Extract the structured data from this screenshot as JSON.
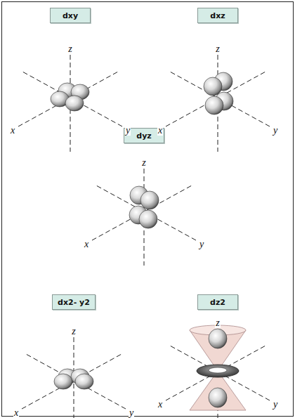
{
  "diagram": {
    "nodes": [
      {
        "text": [
          "dxy"
        ]
      },
      {
        "text": [
          "dxz"
        ]
      },
      {
        "text": [
          "dyz"
        ]
      },
      {
        "text": [
          "dx2- y2"
        ]
      },
      {
        "text": [
          "dz2"
        ]
      }
    ],
    "labels": [
      "z",
      "x",
      "y",
      "z",
      "x",
      "y",
      "z",
      "x",
      "y",
      "z",
      "x",
      "y",
      "z",
      "x",
      "y"
    ]
  }
}
